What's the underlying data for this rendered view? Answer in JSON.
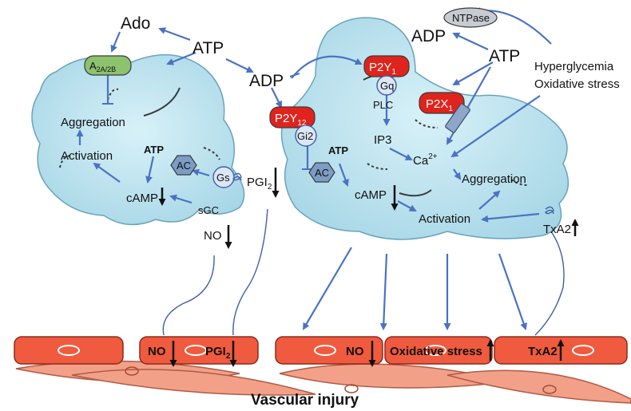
{
  "labels": {
    "ado": "Ado",
    "atp_top_left": "ATP",
    "adp_mid": "ADP",
    "adp_top_right": "ADP",
    "atp_top_right": "ATP",
    "ntpase": "NTPase",
    "hyperglycemia": "Hyperglycemia",
    "oxidative_stress_top": "Oxidative stress",
    "a2a_main": "A",
    "a2a_sub": "2A/2B",
    "aggregation_left": "Aggregation",
    "activation_left": "Activation",
    "atp_left_inner": "ATP",
    "ac_left": "AC",
    "gs": "Gs",
    "camp_left": "cAMP",
    "sgc": "sGC",
    "pgi2_main": "PGI",
    "pgi2_sub": "2",
    "no_mid": "NO",
    "p2y1_main": "P2Y",
    "p2y1_sub": "1",
    "gq": "Gq",
    "plc": "PLC",
    "ip3": "IP3",
    "p2x1_main": "P2X",
    "p2x1_sub": "1",
    "ca_main": "Ca",
    "ca_sup": "2+",
    "p2y12_main": "P2Y",
    "p2y12_sub": "12",
    "gi2": "Gi2",
    "atp_right_inner": "ATP",
    "ac_right": "AC",
    "camp_right": "cAMP",
    "aggregation_right": "Aggregation",
    "activation_right": "Activation",
    "txa2_right": "TxA2",
    "cell_no_left": "NO",
    "cell_pgi2_main": "PGI",
    "cell_pgi2_sub": "2",
    "cell_no_right": "NO",
    "cell_oxidative": "Oxidative stress",
    "cell_txa2": "TxA2",
    "vascular_injury": "Vascular injury"
  },
  "colors": {
    "platelet_fill": "#b9e3ef",
    "platelet_stroke": "#6aa3bd",
    "arrow": "#4a72c4",
    "receptor_red": "#e0231c",
    "receptor_green": "#8dc26f",
    "hexagon": "#7d9cc4",
    "endothelium": "#f05a3e",
    "smooth_muscle": "#f2a088",
    "ntpase_fill": "#c8ccd2"
  }
}
